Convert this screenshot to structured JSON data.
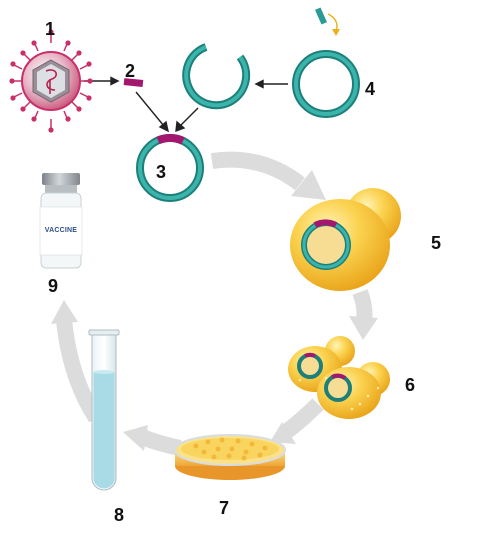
{
  "steps": [
    {
      "number": "1"
    },
    {
      "number": "2"
    },
    {
      "number": "3"
    },
    {
      "number": "4"
    },
    {
      "number": "5"
    },
    {
      "number": "6"
    },
    {
      "number": "7"
    },
    {
      "number": "8"
    },
    {
      "number": "9"
    }
  ],
  "vial": {
    "label": "VACCINE"
  },
  "icons": [
    "virus-icon",
    "gene-fragment-icon",
    "open-plasmid-icon",
    "intact-plasmid-icon",
    "recombinant-plasmid-icon",
    "yeast-cell-icon",
    "petri-dish-icon",
    "test-tube-icon",
    "vaccine-vial-icon"
  ],
  "colors": {
    "plasmid": "#2a9c95",
    "gene_insert": "#a3176e",
    "yeast": "#f2b627",
    "virus": "#c9306a",
    "cycle_arrow": "#dcdcdc",
    "tube_liquid": "#a9dbe6",
    "vial_cap": "#9aa0a6"
  }
}
